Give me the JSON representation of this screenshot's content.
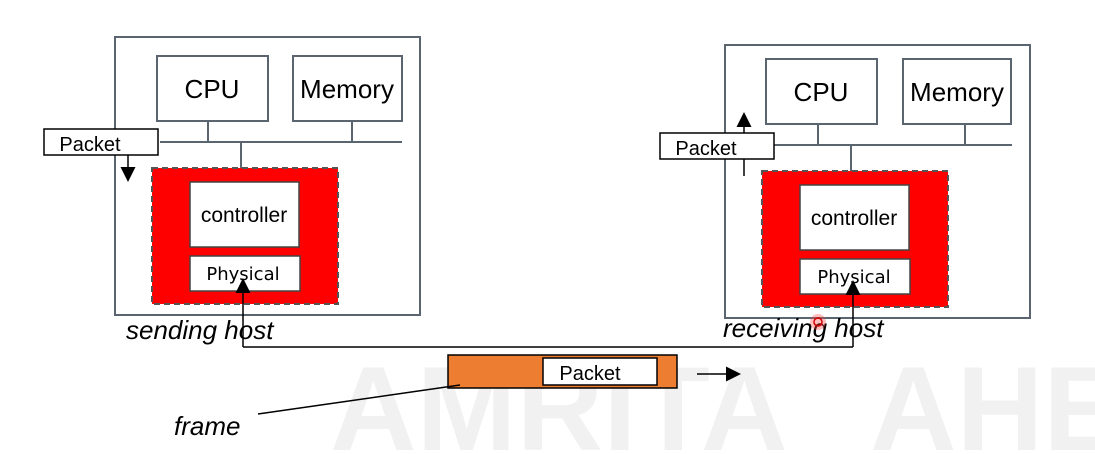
{
  "sending_host": {
    "cpu": "CPU",
    "memory": "Memory",
    "packet": "Packet",
    "controller": "controller",
    "physical": "Physical",
    "caption": "sending host"
  },
  "receiving_host": {
    "cpu": "CPU",
    "memory": "Memory",
    "packet": "Packet",
    "controller": "controller",
    "physical": "Physical",
    "caption": "receiving host"
  },
  "frame": {
    "packet": "Packet",
    "label": "frame",
    "fill_color": "#ed7d31"
  },
  "nic_color": "#ff0000",
  "watermark": {
    "left": "AMRITA",
    "right": "AHEA"
  }
}
